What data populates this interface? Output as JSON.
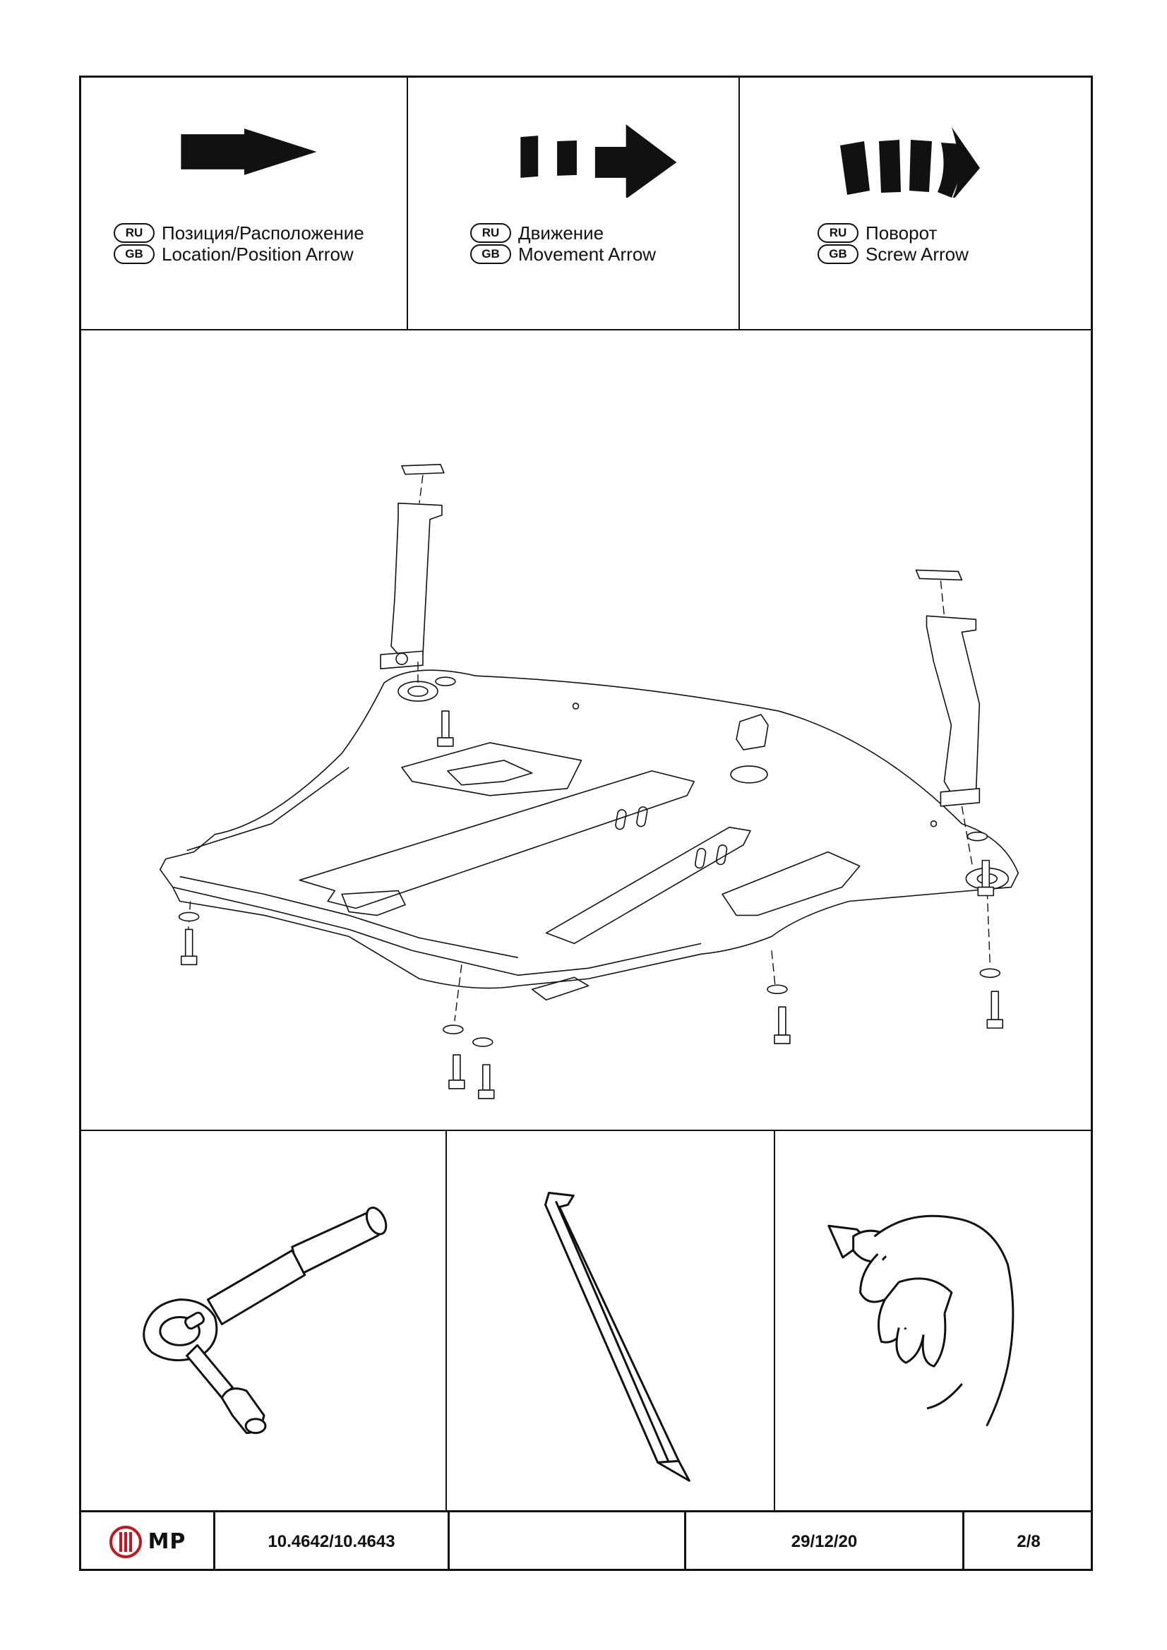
{
  "legend": [
    {
      "ru_code": "RU",
      "gb_code": "GB",
      "ru_text": "Позиция/Расположение",
      "gb_text": "Location/Position Arrow",
      "icon": "location-arrow-icon"
    },
    {
      "ru_code": "RU",
      "gb_code": "GB",
      "ru_text": "Движение",
      "gb_text": "Movement Arrow",
      "icon": "movement-arrow-icon"
    },
    {
      "ru_code": "RU",
      "gb_code": "GB",
      "ru_text": "Поворот",
      "gb_text": "Screw Arrow",
      "icon": "screw-arrow-icon"
    }
  ],
  "diagram": {
    "icon": "skid-plate-exploded-diagram"
  },
  "tools": [
    {
      "icon": "ratchet-wrench-icon"
    },
    {
      "icon": "trim-removal-tool-icon"
    },
    {
      "icon": "utility-knife-hand-icon"
    }
  ],
  "footer": {
    "logo_text": "MP",
    "part_number": "10.4642/10.4643",
    "blank": "",
    "date": "29/12/20",
    "page": "2/8"
  }
}
